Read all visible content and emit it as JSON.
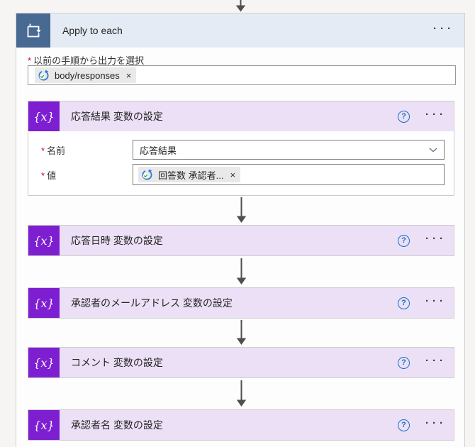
{
  "scope": {
    "title": "Apply to each",
    "output_field": {
      "required_mark": "*",
      "label": "以前の手順から出力を選択",
      "token": {
        "text": "body/responses",
        "remove_label": "×"
      }
    }
  },
  "cards": [
    {
      "title": "応答結果 変数の設定",
      "fields": [
        {
          "required_mark": "*",
          "label": "名前",
          "value": "応答結果"
        },
        {
          "required_mark": "*",
          "label": "値",
          "token": {
            "text": "回答数 承認者...",
            "remove_label": "×"
          }
        }
      ]
    },
    {
      "title": "応答日時 変数の設定"
    },
    {
      "title": "承認者のメールアドレス 変数の設定"
    },
    {
      "title": "コメント 変数の設定"
    },
    {
      "title": "承認者名 変数の設定"
    }
  ],
  "glyphs": {
    "variable_icon_text": "{x}",
    "help_label": "?",
    "more_label": "···"
  },
  "colors": {
    "loop_accent": "#486991",
    "loop_header_bg": "#e5ebf4",
    "variable_accent": "#7d1fd1",
    "variable_header_bg": "#ece0f7",
    "required_red": "#c50f1f",
    "help_blue": "#1570c6",
    "token_icon_blue": "#2e7dd2",
    "token_icon_green": "#41a544",
    "arrow_gray": "#4f4f4f"
  }
}
